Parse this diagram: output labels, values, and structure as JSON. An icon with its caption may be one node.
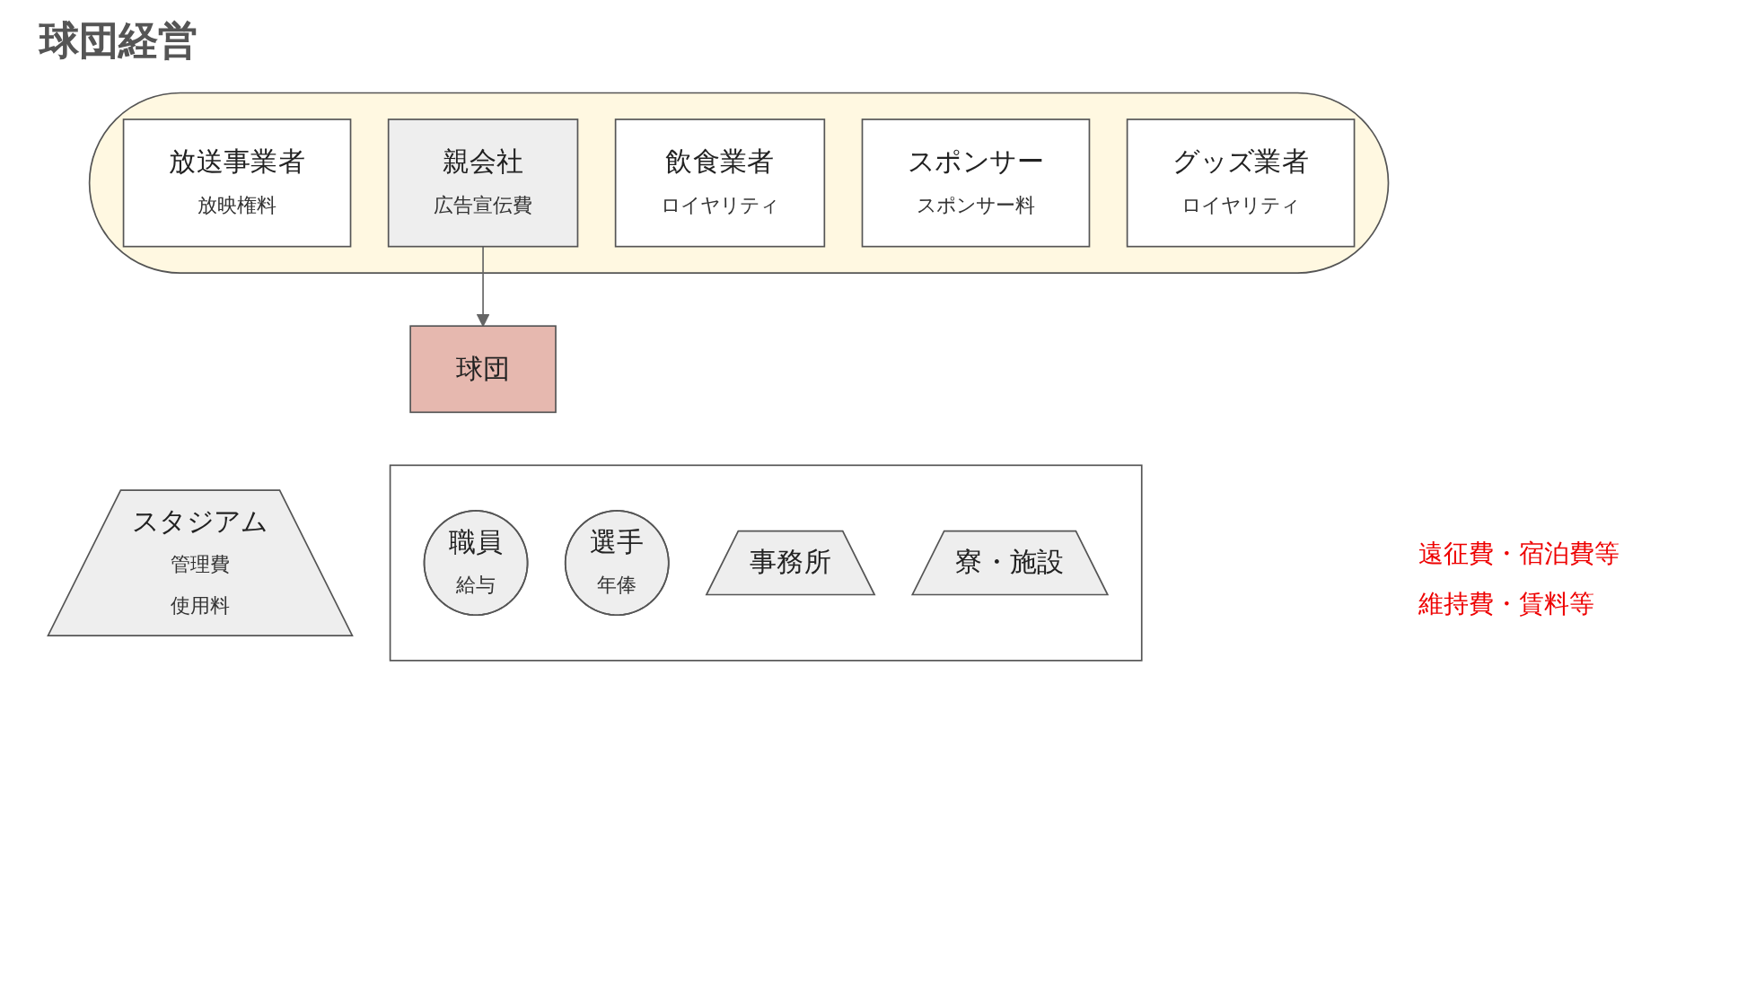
{
  "diagram": {
    "title": "球団経営",
    "nodes": [
      {
        "text": [],
        "shape": "ellipse"
      },
      {
        "text": [
          "放送事業者",
          "放映権料"
        ],
        "in": 0
      },
      {
        "text": [
          "親会社",
          "広告宣伝費"
        ],
        "in": 0
      },
      {
        "text": [
          "飲食業者",
          "ロイヤリティ"
        ],
        "in": 0
      },
      {
        "text": [
          "スポンサー",
          "スポンサー料"
        ],
        "in": 0
      },
      {
        "text": [
          "グッズ業者",
          "ロイヤリティ"
        ],
        "in": 0
      },
      {
        "text": [
          "球団"
        ]
      },
      {
        "text": [],
        "shape": "box"
      },
      {
        "text": [
          "職員",
          "給与"
        ],
        "in": 7
      },
      {
        "text": [
          "選手",
          "年俸"
        ],
        "in": 7
      },
      {
        "text": [
          "事務所"
        ],
        "in": 7
      },
      {
        "text": [
          "寮・施設"
        ],
        "in": 7
      },
      {
        "text": [
          "スタジアム",
          "管理費",
          "使用料"
        ]
      }
    ],
    "edges": [
      {
        "from": 2,
        "to": 6,
        "arrow": "to"
      }
    ],
    "labels": [
      "遠征費・宿泊費等",
      "維持費・賃料等"
    ]
  }
}
